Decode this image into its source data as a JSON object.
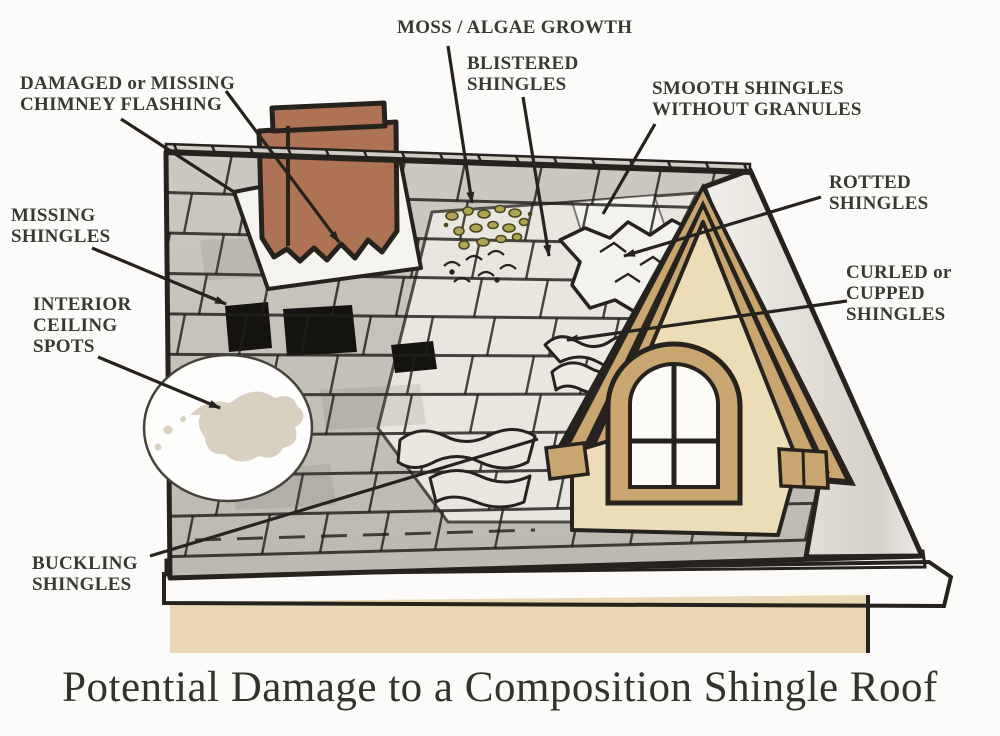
{
  "title": "Potential Damage to a Composition Shingle Roof",
  "labels": {
    "moss_algae": "MOSS / ALGAE GROWTH",
    "blistered": "BLISTERED\nSHINGLES",
    "smooth": "SMOOTH SHINGLES\nWITHOUT GRANULES",
    "chimney_flashing": "DAMAGED or MISSING\nCHIMNEY FLASHING",
    "missing": "MISSING\nSHINGLES",
    "interior": "INTERIOR\nCEILING\nSPOTS",
    "rotted": "ROTTED\nSHINGLES",
    "curled": "CURLED or\nCUPPED\nSHINGLES",
    "buckling": "BUCKLING\nSHINGLES"
  },
  "colors": {
    "bg": "#fcfbf9",
    "line": "#26231f",
    "text": "#3a3833",
    "roof": "#c5c1b9",
    "band": "#e9e6df",
    "shingle_white": "#f4f2ec",
    "brick": "#ae7354",
    "tan": "#c9a56f",
    "cream": "#ecdcb8",
    "wall": "#ead9b4",
    "fascia": "#c1a271",
    "dark_strip": "#8a877f",
    "moss_olive": "#96913f",
    "spot_blob": "#d9d0c0"
  }
}
